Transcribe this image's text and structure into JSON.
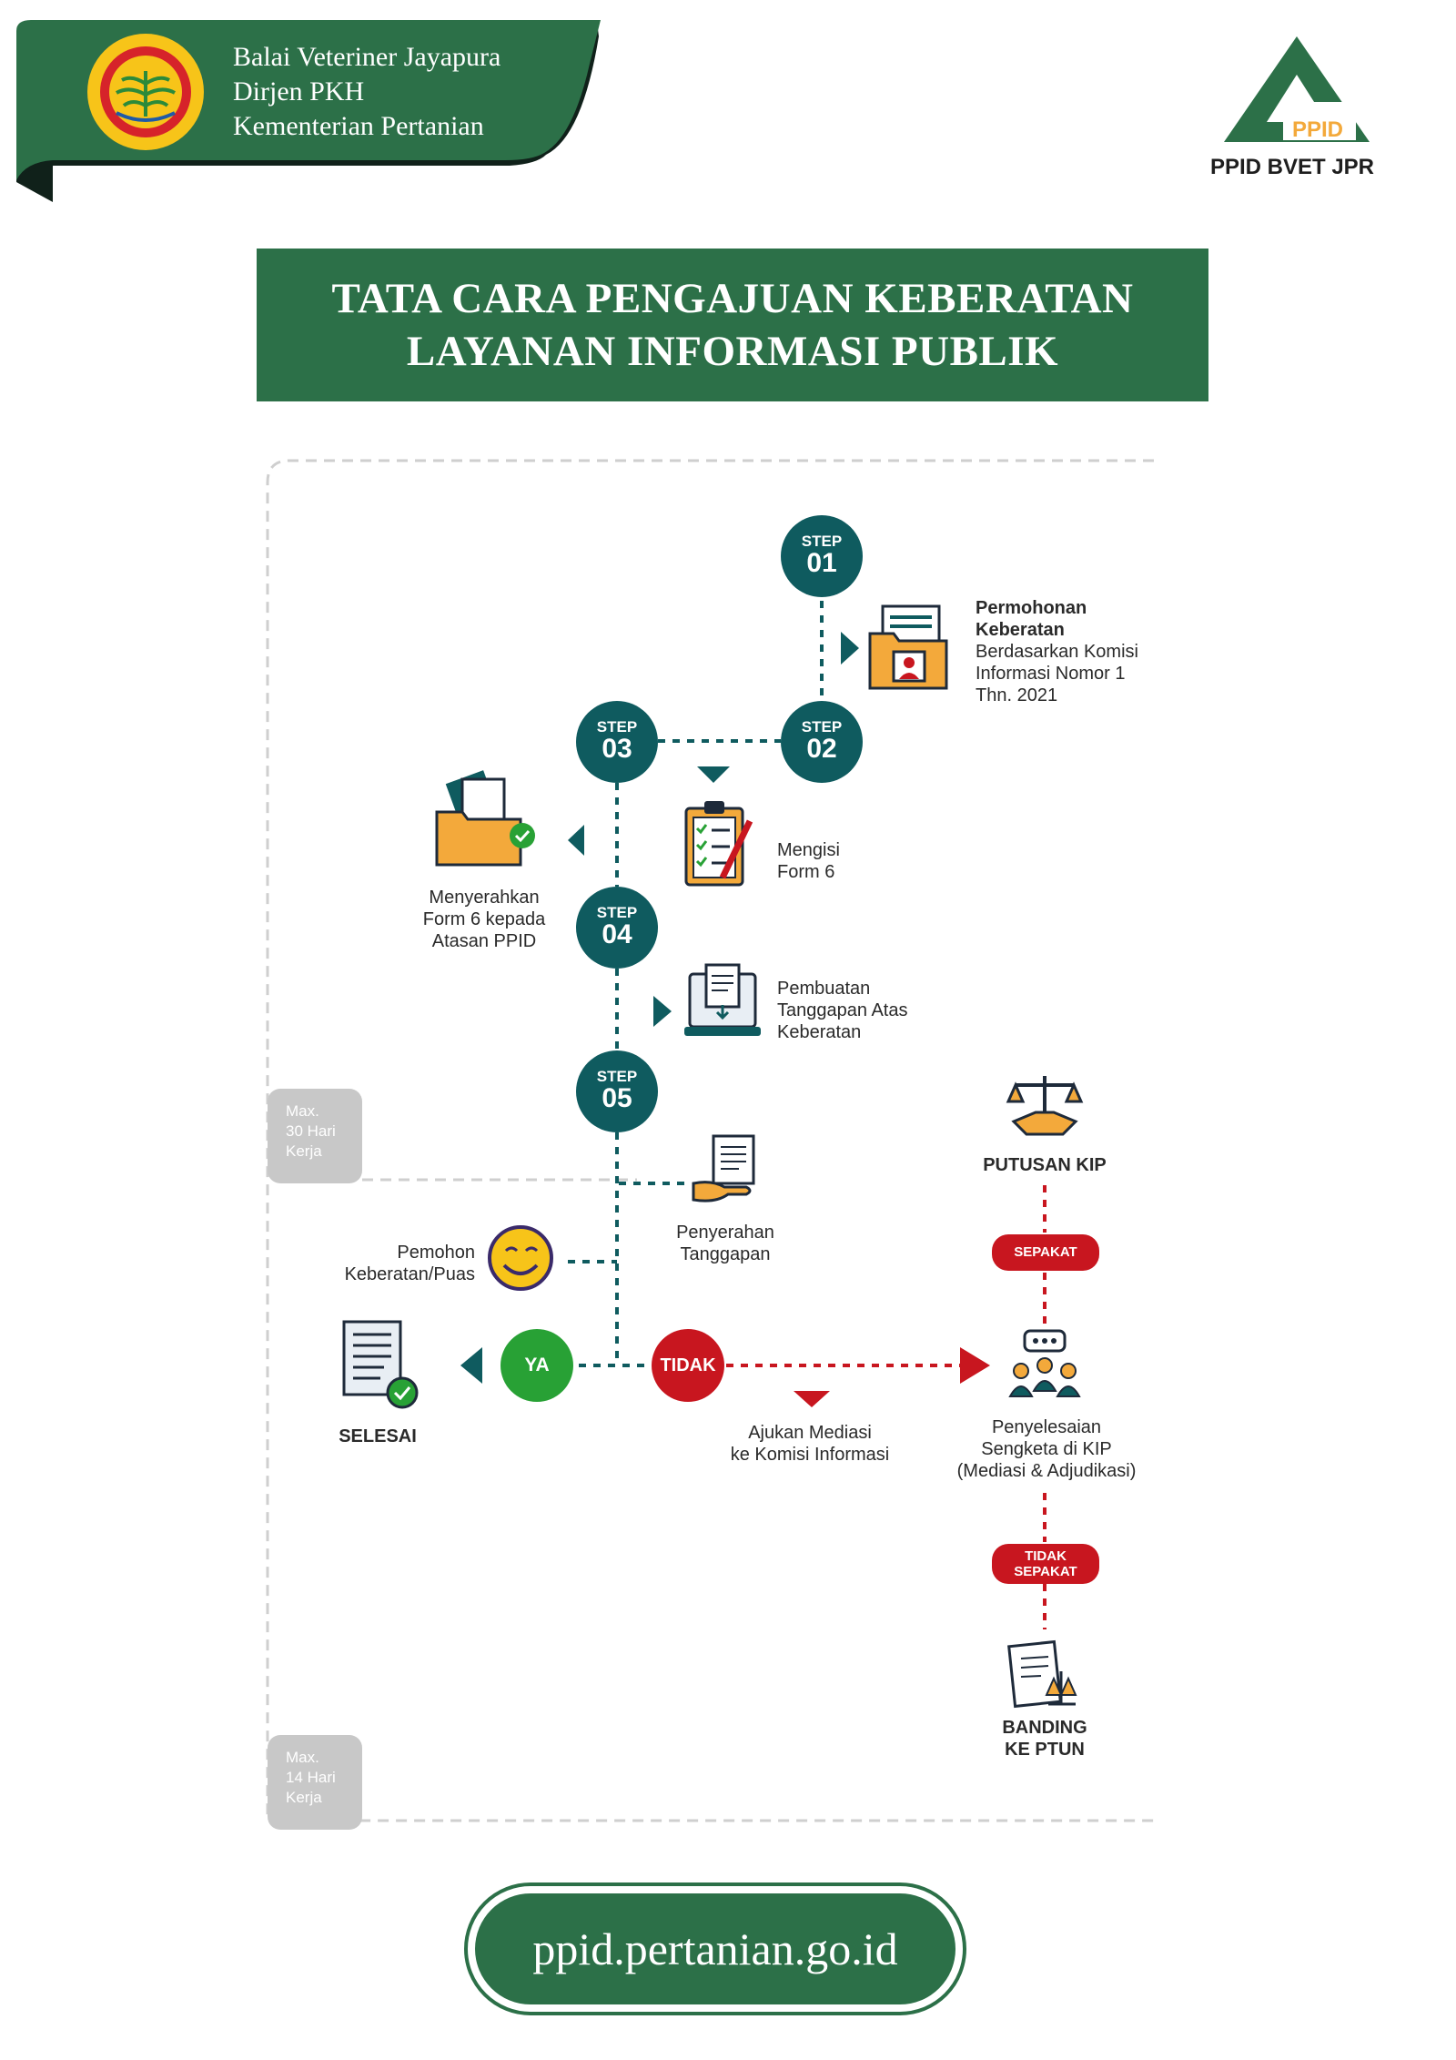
{
  "header": {
    "lines": [
      "Balai Veteriner Jayapura",
      "Dirjen PKH",
      "Kementerian Pertanian"
    ],
    "ppid_logo_text": "PPID",
    "ppid_label": "PPID BVET JPR"
  },
  "title": {
    "line1": "TATA CARA PENGAJUAN KEBERATAN",
    "line2": "LAYANAN INFORMASI PUBLIK"
  },
  "steps": {
    "step_word": "STEP",
    "s1": "01",
    "s2": "02",
    "s3": "03",
    "s4": "04",
    "s5": "05"
  },
  "labels": {
    "permohonan_bold": [
      "Permohonan",
      "Keberatan"
    ],
    "permohonan_desc": [
      "Berdasarkan Komisi",
      "Informasi Nomor 1",
      "Thn. 2021"
    ],
    "mengisi": [
      "Mengisi",
      "Form 6"
    ],
    "menyerahkan": [
      "Menyerahkan",
      "Form 6 kepada",
      "Atasan PPID"
    ],
    "pembuatan": [
      "Pembuatan",
      "Tanggapan Atas",
      "Keberatan"
    ],
    "penyerahan": [
      "Penyerahan",
      "Tanggapan"
    ],
    "pemohon": [
      "Pemohon",
      "Keberatan/Puas"
    ],
    "selesai": "SELESAI",
    "ya": "YA",
    "tidak": "TIDAK",
    "ajukan": [
      "Ajukan Mediasi",
      "ke Komisi Informasi"
    ],
    "putusan": "PUTUSAN KIP",
    "sepakat": "SEPAKAT",
    "penyelesaian": [
      "Penyelesaian",
      "Sengketa di KIP",
      "(Mediasi & Adjudikasi)"
    ],
    "tidak_sepakat": [
      "TIDAK",
      "SEPAKAT"
    ],
    "banding": [
      "BANDING",
      "KE PTUN"
    ],
    "max30": [
      "Max.",
      "30 Hari",
      "Kerja"
    ],
    "max14": [
      "Max.",
      "14 Hari",
      "Kerja"
    ]
  },
  "footer": {
    "url": "ppid.pertanian.go.id"
  },
  "colors": {
    "banner_green": "#2c7048",
    "step_teal": "#0f5b5f",
    "red": "#c8161f",
    "green_yes": "#28a135",
    "orange_icon": "#f3a93b"
  }
}
